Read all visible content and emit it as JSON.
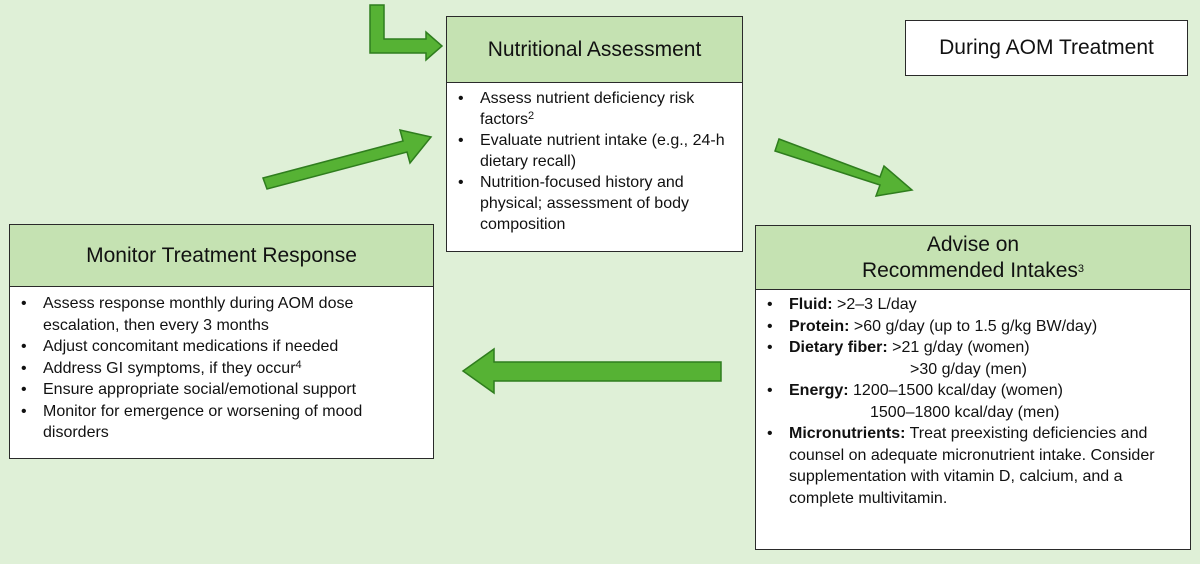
{
  "colors": {
    "background": "#dff0d7",
    "header_fill": "#c5e2b2",
    "arrow_fill": "#56b234",
    "arrow_stroke": "#2f7d1e"
  },
  "label_box": {
    "text": "During AOM Treatment"
  },
  "nutritional_assessment": {
    "title": "Nutritional Assessment",
    "items": [
      {
        "text": "Assess nutrient deficiency risk factors",
        "sup": "2"
      },
      {
        "text": "Evaluate nutrient intake (e.g., 24-h dietary recall)"
      },
      {
        "text": "Nutrition-focused history and physical; assessment of body composition"
      }
    ]
  },
  "advise": {
    "title_line1": "Advise on",
    "title_line2": "Recommended Intakes",
    "title_sup": "3",
    "items": [
      {
        "label": "Fluid:",
        "text": ">2–3 L/day"
      },
      {
        "label": "Protein:",
        "text": ">60 g/day (up to 1.5 g/kg BW/day)"
      },
      {
        "label": "Dietary fiber:",
        "text": ">21 g/day (women)",
        "text2": ">30 g/day (men)"
      },
      {
        "label": "Energy:",
        "text": "1200–1500 kcal/day (women)",
        "text2": "1500–1800 kcal/day (men)"
      },
      {
        "label": "Micronutrients:",
        "text": "Treat preexisting deficiencies and counsel on adequate micronutrient intake. Consider supplementation with vitamin D, calcium, and a complete multivitamin."
      }
    ]
  },
  "monitor": {
    "title": "Monitor Treatment Response",
    "items": [
      {
        "text": "Assess response monthly during AOM dose escalation, then every 3 months"
      },
      {
        "text": "Adjust concomitant medications if needed"
      },
      {
        "text": "Address GI symptoms, if they occur",
        "sup": "4"
      },
      {
        "text": "Ensure appropriate social/emotional support"
      },
      {
        "text": "Monitor for emergence or worsening of mood disorders"
      }
    ]
  }
}
